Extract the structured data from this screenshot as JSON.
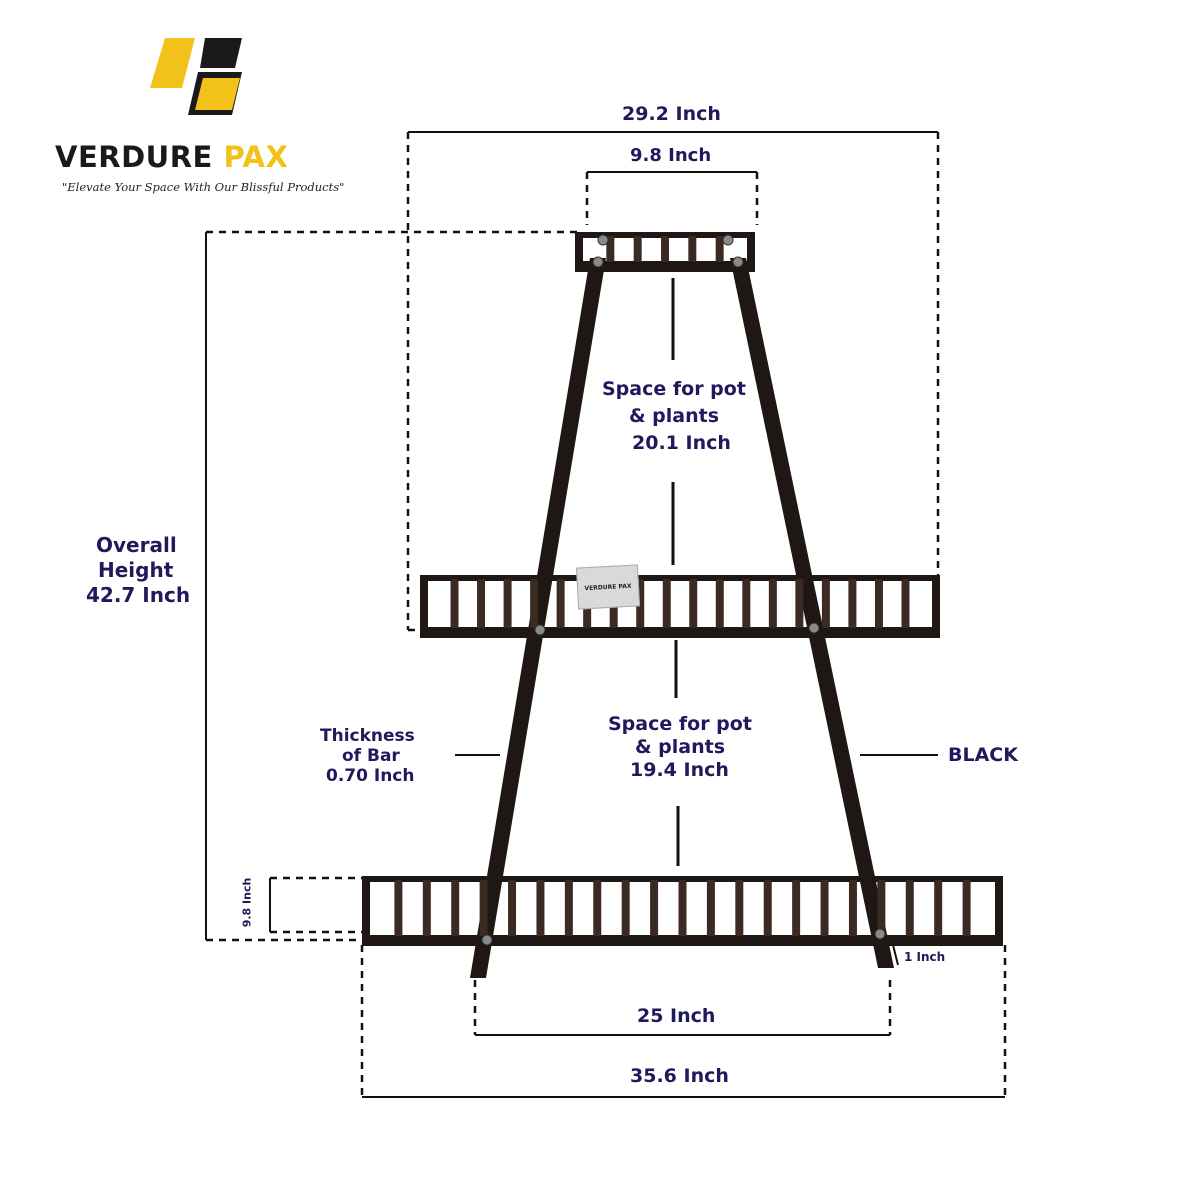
{
  "brand": {
    "name_part1": "VERDURE",
    "name_part2": "PAX",
    "tagline": "\"Elevate Your Space With Our Blissful Products\"",
    "badge_text": "VERDURE PAX",
    "colors": {
      "yellow": "#f3c21a",
      "dark": "#1a1a1a"
    }
  },
  "dimensions": {
    "overall_width": "29.2 Inch",
    "top_width": "9.8 Inch",
    "space_top_line1": "Space for pot",
    "space_top_line2": "& plants",
    "space_top_line3": "20.1 Inch",
    "overall_height_line1": "Overall",
    "overall_height_line2": "Height",
    "overall_height_line3": "42.7 Inch",
    "thickness_line1": "Thickness",
    "thickness_line2": "of Bar",
    "thickness_line3": "0.70 Inch",
    "space_bottom_line1": "Space for pot",
    "space_bottom_line2": "& plants",
    "space_bottom_line3": "19.4 Inch",
    "color_label": "BLACK",
    "shelf_depth": "9.8 Inch",
    "leg_extension": "1 Inch",
    "leg_span": "25 Inch",
    "bottom_width": "35.6 Inch"
  },
  "colors": {
    "label": "#1f1a5c",
    "frame": "#1e1714",
    "slat": "#3a2a22"
  }
}
